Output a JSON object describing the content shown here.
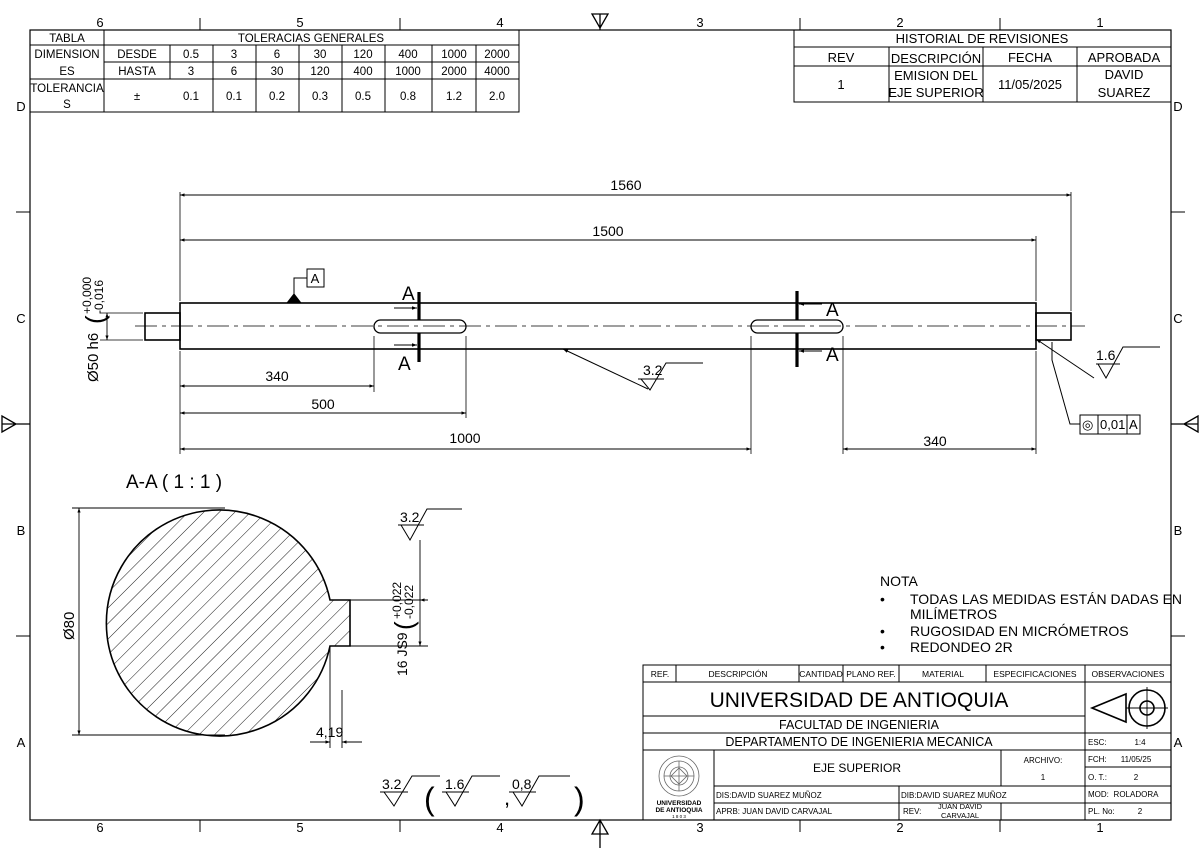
{
  "frame": {
    "top_numbers": [
      "6",
      "5",
      "4",
      "3",
      "2",
      "1"
    ],
    "side_letters": [
      "D",
      "C",
      "B",
      "A"
    ]
  },
  "tolerances": {
    "table_label": "TABLA",
    "title": "TOLERACIAS GENERALES",
    "row1_label_a": "DIMENSION",
    "row1_label_b": "ES",
    "row3_label_a": "TOLERANCIA",
    "row3_label_b": "S",
    "desde_label": "DESDE",
    "hasta_label": "HASTA",
    "pm_symbol": "±",
    "desde": [
      "0.5",
      "3",
      "6",
      "30",
      "120",
      "400",
      "1000",
      "2000"
    ],
    "hasta": [
      "3",
      "6",
      "30",
      "120",
      "400",
      "1000",
      "2000",
      "4000"
    ],
    "tol": [
      "0.1",
      "0.1",
      "0.2",
      "0.3",
      "0.5",
      "0.8",
      "1.2",
      "2.0"
    ]
  },
  "revisions": {
    "title": "HISTORIAL DE REVISIONES",
    "headers": [
      "REV",
      "DESCRIPCIÓN",
      "FECHA",
      "APROBADA"
    ],
    "rev": "1",
    "desc_a": "EMISION DEL",
    "desc_b": "EJE SUPERIOR",
    "fecha": "11/05/2025",
    "aprob_a": "DAVID",
    "aprob_b": "SUAREZ"
  },
  "drawing": {
    "dim_overall": "1560",
    "dim_between": "1500",
    "dim_340_left": "340",
    "dim_500": "500",
    "dim_1000": "1000",
    "dim_340_right": "340",
    "diameter_callout": "Ø50 h6",
    "tol_upper": "+0,000",
    "tol_lower": "-0,016",
    "datum": "A",
    "section_letter": "A",
    "roughness_mid": "3.2",
    "roughness_end": "1.6",
    "geo_symbol": "◎",
    "geo_value": "0,01",
    "geo_datum": "A"
  },
  "section": {
    "title": "A-A ( 1 : 1 )",
    "diameter": "Ø80",
    "roughness": "3.2",
    "keyway": "16 JS9",
    "kw_tol_upper": "+0,022",
    "kw_tol_lower": "-0,022",
    "depth": "4,19"
  },
  "notes": {
    "title": "NOTA",
    "bullet": "•",
    "items": [
      "TODAS LAS MEDIDAS ESTÁN DADAS EN",
      "MILÍMETROS",
      "RUGOSIDAD EN MICRÓMETROS",
      "REDONDEO 2R"
    ]
  },
  "surface_legend": {
    "main": "3.2",
    "secondary_1": "1.6",
    "secondary_2": "0,8",
    "paren_open": "(",
    "paren_close": ")",
    "comma": ","
  },
  "title_block": {
    "headers": [
      "REF.",
      "DESCRIPCIÓN",
      "CANTIDAD",
      "PLANO REF.",
      "MATERIAL",
      "ESPECIFICACIONES",
      "OBSERVACIONES"
    ],
    "university": "UNIVERSIDAD DE ANTIOQUIA",
    "faculty": "FACULTAD DE INGENIERIA",
    "department": "DEPARTAMENTO DE INGENIERIA MECANICA",
    "part_name": "EJE SUPERIOR",
    "archivo_label": "ARCHIVO:",
    "archivo_value": "1",
    "dis": "DIS:DAVID SUAREZ MUÑOZ",
    "dib": "DIB:DAVID SUAREZ MUÑOZ",
    "aprb": "APRB:   JUAN DAVID CARVAJAL",
    "rev_label": "REV:",
    "rev_name_a": "JUAN DAVID",
    "rev_name_b": "CARVAJAL",
    "esc_label": "ESC:",
    "esc_value": "1:4",
    "fch_label": "FCH:",
    "fch_value": "11/05/25",
    "ot_label": "O. T.:",
    "ot_value": "2",
    "mod_label": "MOD:",
    "mod_value": "ROLADORA",
    "pl_label": "PL. No:",
    "pl_value": "2",
    "logo_text_a": "UNIVERSIDAD",
    "logo_text_b": "DE ANTIOQUIA",
    "logo_year": "1 8 0 3"
  }
}
